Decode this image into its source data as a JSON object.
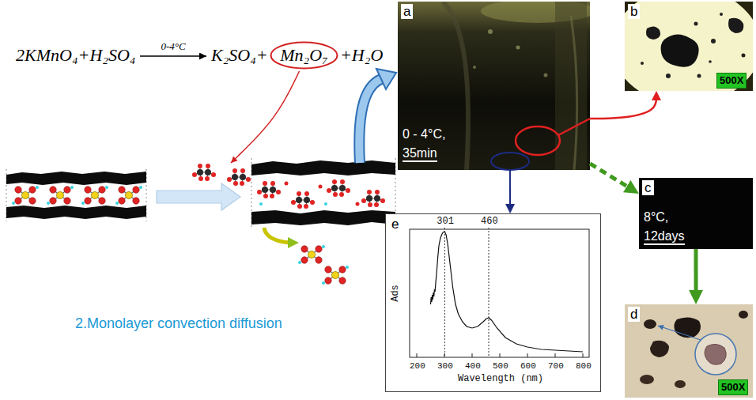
{
  "diagram": {
    "nodes": [
      {
        "text": [
          "Mn₂O₇"
        ]
      },
      {
        "text": [
          "a",
          "0 - 4°C,",
          "35min"
        ]
      },
      {
        "text": [
          "b",
          "500X"
        ]
      },
      {
        "text": [
          "c",
          "8°C,",
          "12days"
        ]
      },
      {
        "text": [
          "e",
          "301",
          "460",
          "Ads",
          "Wavelength (nm)",
          "200",
          "300",
          "400",
          "500",
          "600",
          "700",
          "800"
        ]
      },
      {
        "text": [
          "d",
          "500X"
        ]
      }
    ],
    "edges": [
      {
        "from": 1,
        "to": 2,
        "arrow": "to"
      },
      {
        "from": 1,
        "to": 4,
        "arrow": "to"
      },
      {
        "from": 1,
        "to": 3,
        "arrow": "to"
      },
      {
        "from": 3,
        "to": 5,
        "arrow": "to"
      }
    ],
    "labels": [
      "2KMnO₄+H₂SO₄",
      "0-4°C",
      "K₂SO₄+",
      "+H₂O",
      "2.Monolayer convection diffusion"
    ]
  }
}
